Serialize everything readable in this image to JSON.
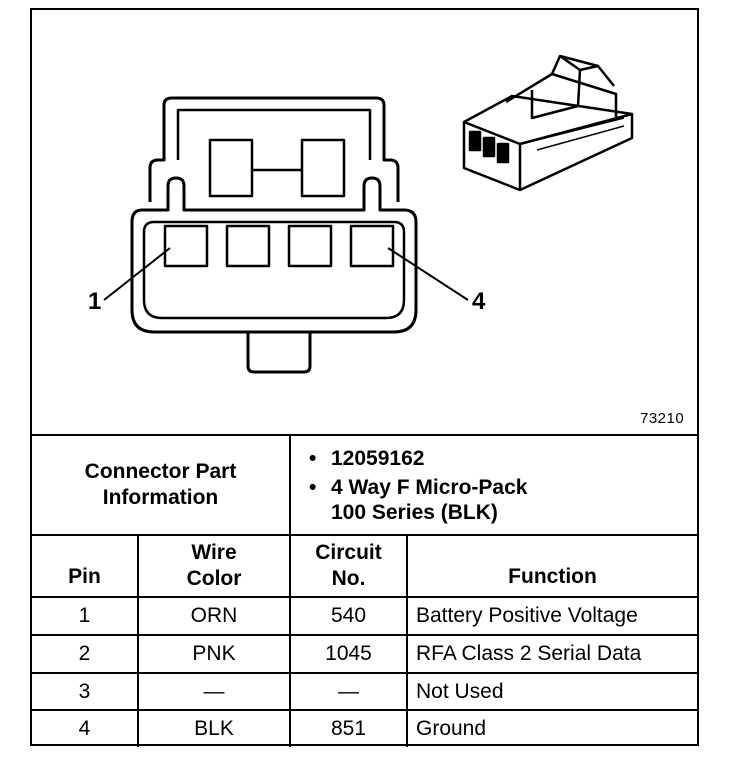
{
  "figure": {
    "number": "73210"
  },
  "pin_labels": {
    "first": "1",
    "last": "4"
  },
  "connector_info": {
    "heading_line1": "Connector Part",
    "heading_line2": "Information",
    "part_number": "12059162",
    "description_line1": "4 Way F Micro-Pack",
    "description_line2": "100 Series (BLK)"
  },
  "pinout_table": {
    "headers": {
      "pin": "Pin",
      "wire_line1": "Wire",
      "wire_line2": "Color",
      "circuit_line1": "Circuit",
      "circuit_line2": "No.",
      "function": "Function"
    },
    "rows": [
      {
        "pin": "1",
        "wire": "ORN",
        "circuit": "540",
        "function": "Battery Positive Voltage"
      },
      {
        "pin": "2",
        "wire": "PNK",
        "circuit": "1045",
        "function": "RFA Class 2 Serial Data"
      },
      {
        "pin": "3",
        "wire": "—",
        "circuit": "—",
        "function": "Not Used"
      },
      {
        "pin": "4",
        "wire": "BLK",
        "circuit": "851",
        "function": "Ground"
      }
    ]
  }
}
